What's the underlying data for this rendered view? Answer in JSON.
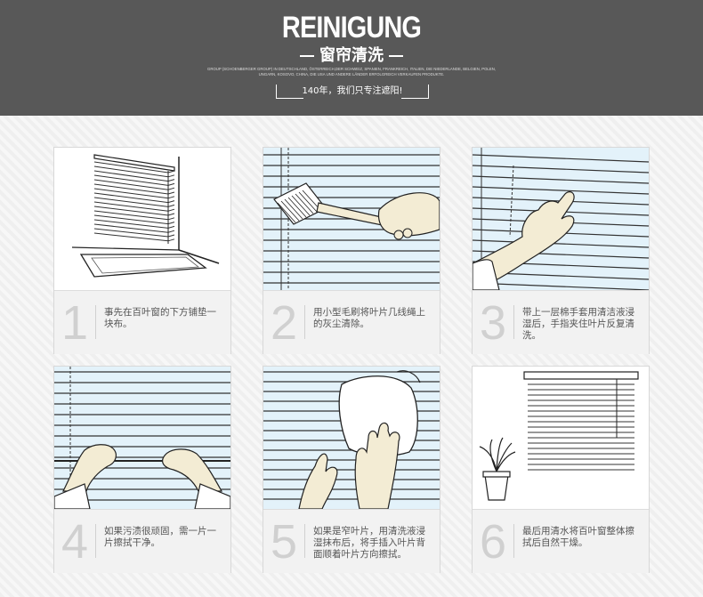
{
  "header": {
    "brand": "REINIGUNG",
    "title": "窗帘清洗",
    "fineprint": "GROUP (SCHOENBERGER GROUP) IN DEUTSCHLAND, ÖSTERREICH,DER SCHWEIZ, SPANIEN, FRANKREICH, ITALIEN, DIE NIEDERLANDE, BELGIEN, POLEN, UNGARN, KOSOVO, CHINA, DIE USA UND ANDERE LÄNDER ERFOLGREICH VERKAUFEN PRODUKTE.",
    "slogan": "140年，我们只专注遮阳!"
  },
  "steps": [
    {
      "number": "1",
      "text": "事先在百叶窗的下方铺垫一块布。"
    },
    {
      "number": "2",
      "text": "用小型毛刷将叶片几线绳上的灰尘清除。"
    },
    {
      "number": "3",
      "text": "带上一层棉手套用清洁液浸湿后，手指夹住叶片反复清洗。"
    },
    {
      "number": "4",
      "text": "如果污渍很顽固，需一片一片擦拭干净。"
    },
    {
      "number": "5",
      "text": "如果是窄叶片，用清洗液浸湿抹布后，将手插入叶片背面顺着叶片方向擦拭。"
    },
    {
      "number": "6",
      "text": "最后用清水将百叶窗整体擦拭后自然干燥。"
    }
  ],
  "colors": {
    "header_bg": "#585858",
    "slat_bg": "#e3f2fa",
    "number_gray": "#d0d0d0"
  }
}
